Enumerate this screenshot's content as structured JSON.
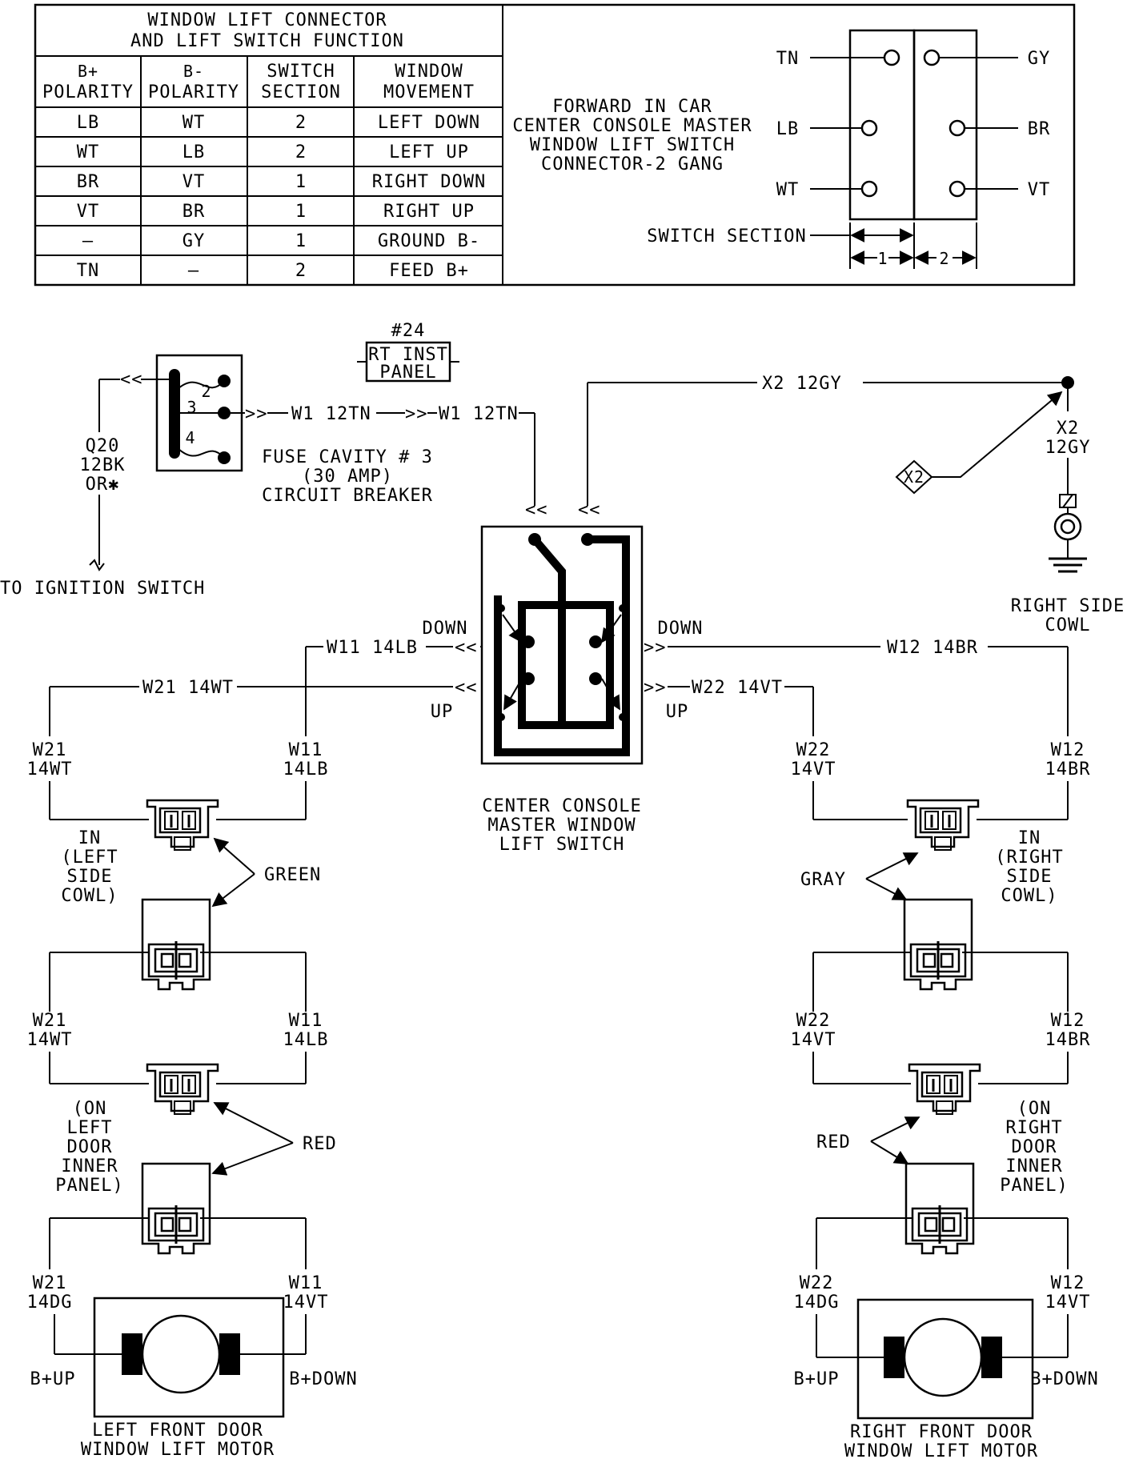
{
  "table": {
    "title_line1": "WINDOW LIFT CONNECTOR",
    "title_line2": "AND LIFT SWITCH FUNCTION",
    "headers": [
      [
        "B+",
        "POLARITY"
      ],
      [
        "B-",
        "POLARITY"
      ],
      [
        "SWITCH",
        "SECTION"
      ],
      [
        "WINDOW",
        "MOVEMENT"
      ]
    ],
    "rows": [
      [
        "LB",
        "WT",
        "2",
        "LEFT DOWN"
      ],
      [
        "WT",
        "LB",
        "2",
        "LEFT UP"
      ],
      [
        "BR",
        "VT",
        "1",
        "RIGHT DOWN"
      ],
      [
        "VT",
        "BR",
        "1",
        "RIGHT UP"
      ],
      [
        "—",
        "GY",
        "1",
        "GROUND B-"
      ],
      [
        "TN",
        "—",
        "2",
        "FEED B+"
      ]
    ]
  },
  "connector_view": {
    "desc_line1": "FORWARD IN CAR",
    "desc_line2": "CENTER CONSOLE MASTER",
    "desc_line3": "WINDOW LIFT SWITCH",
    "desc_line4": "CONNECTOR-2 GANG",
    "left_pins": [
      "TN",
      "LB",
      "WT"
    ],
    "right_pins": [
      "GY",
      "BR",
      "VT"
    ],
    "switch_section_label": "SWITCH SECTION",
    "section_1": "1",
    "section_2": "2"
  },
  "fuse": {
    "panel_number": "#24",
    "panel_line1": "RT INST",
    "panel_line2": "PANEL",
    "cavity_line1": "FUSE CAVITY # 3",
    "cavity_line2": "(30 AMP)",
    "cavity_line3": "CIRCUIT BREAKER",
    "terminals": [
      "2",
      "3",
      "4"
    ]
  },
  "ignition": {
    "wire_line1": "Q20",
    "wire_line2": "12BK",
    "wire_line3": "OR✱",
    "label": "TO IGNITION SWITCH"
  },
  "wires": {
    "w1_a": "W1  12TN",
    "w1_b": "W1  12TN",
    "x2_top": "X2  12GY",
    "x2_line1": "X2",
    "x2_line2": "12GY",
    "x2_tag": "X2",
    "w11": "W11  14LB",
    "w21": "W21  14WT",
    "w12": "W12  14BR",
    "w22": "W22  14VT"
  },
  "ground_label_line1": "RIGHT SIDE",
  "ground_label_line2": "COWL",
  "master_switch": {
    "down_left": "DOWN",
    "up_left": "UP",
    "down_right": "DOWN",
    "up_right": "UP",
    "label_line1": "CENTER CONSOLE",
    "label_line2": "MASTER WINDOW",
    "label_line3": "LIFT SWITCH"
  },
  "left_side": {
    "w21": "W21",
    "w21_gauge": "14WT",
    "w11": "W11",
    "w11_gauge": "14LB",
    "cowl_line1": "IN",
    "cowl_line2": "(LEFT",
    "cowl_line3": "SIDE",
    "cowl_line4": "COWL)",
    "green": "GREEN",
    "w21b": "W21",
    "w21b_gauge": "14WT",
    "w11b": "W11",
    "w11b_gauge": "14LB",
    "door_line1": "(ON",
    "door_line2": "LEFT",
    "door_line3": "DOOR",
    "door_line4": "INNER",
    "door_line5": "PANEL)",
    "red": "RED",
    "w21c": "W21",
    "w21c_gauge": "14DG",
    "w11c": "W11",
    "w11c_gauge": "14VT",
    "b_up": "B+UP",
    "b_down": "B+DOWN",
    "motor_line1": "LEFT FRONT DOOR",
    "motor_line2": "WINDOW LIFT MOTOR"
  },
  "right_side": {
    "w22": "W22",
    "w22_gauge": "14VT",
    "w12": "W12",
    "w12_gauge": "14BR",
    "cowl_line1": "IN",
    "cowl_line2": "(RIGHT",
    "cowl_line3": "SIDE",
    "cowl_line4": "COWL)",
    "gray": "GRAY",
    "w22b": "W22",
    "w22b_gauge": "14VT",
    "w12b": "W12",
    "w12b_gauge": "14BR",
    "door_line1": "(ON",
    "door_line2": "RIGHT",
    "door_line3": "DOOR",
    "door_line4": "INNER",
    "door_line5": "PANEL)",
    "red": "RED",
    "w22c": "W22",
    "w22c_gauge": "14DG",
    "w12c": "W12",
    "w12c_gauge": "14VT",
    "b_up": "B+UP",
    "b_down": "B+DOWN",
    "motor_line1": "RIGHT FRONT DOOR",
    "motor_line2": "WINDOW LIFT MOTOR"
  }
}
